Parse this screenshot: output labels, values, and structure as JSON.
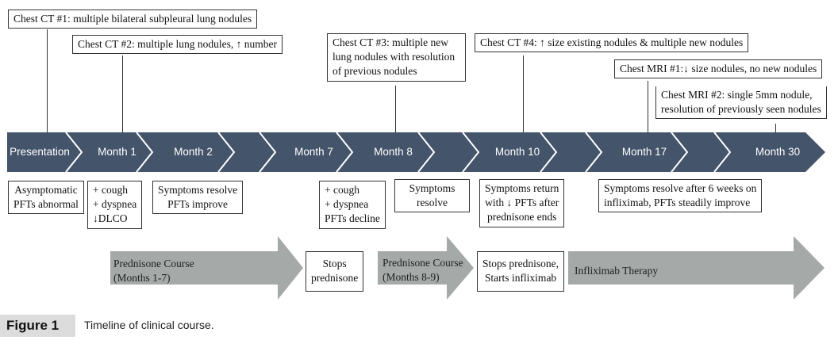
{
  "imaging": {
    "ct1": "Chest CT #1: multiple bilateral subpleural lung nodules",
    "ct2": "Chest CT #2: multiple lung nodules, ↑ number",
    "ct3": [
      "Chest CT #3: multiple new",
      "lung nodules with resolution",
      "of previous nodules"
    ],
    "ct4": "Chest CT #4: ↑ size existing nodules & multiple new nodules",
    "mri1": "Chest MRI #1:↓ size nodules, no new nodules",
    "mri2": [
      "Chest MRI #2: single 5mm nodule,",
      "resolution of previously seen nodules"
    ]
  },
  "timeline": [
    "Presentation",
    "Month 1",
    "Month 2",
    "",
    "Month 7",
    "Month 8",
    "",
    "Month 10",
    "",
    "Month 17",
    "",
    "Month 30"
  ],
  "symptoms": {
    "s1": [
      "Asymptomatic",
      "PFTs abnormal"
    ],
    "s2": [
      "+ cough",
      "+ dyspnea",
      "↓DLCO"
    ],
    "s3": [
      "Symptoms resolve",
      "PFTs improve"
    ],
    "s4": [
      "+ cough",
      "+ dyspnea",
      "PFTs decline"
    ],
    "s5": [
      "Symptoms",
      "resolve"
    ],
    "s6": [
      "Symptoms return",
      "with ↓ PFTs after",
      "prednisone ends"
    ],
    "s7": [
      "Symptoms resolve after 6 weeks on",
      "infliximab, PFTs steadily improve"
    ]
  },
  "therapy": {
    "pred1": [
      "Prednisone Course",
      "(Months 1-7)"
    ],
    "stop1": [
      "Stops",
      "prednisone"
    ],
    "pred2": [
      "Prednisone Course",
      "(Months 8-9)"
    ],
    "stop2": [
      "Stops prednisone,",
      "Starts infliximab"
    ],
    "inflix": "Infliximab Therapy"
  },
  "caption": {
    "label": "Figure 1",
    "text": "Timeline of clinical course."
  },
  "colors": {
    "band": "#44546a",
    "therapy_arrow": "#a5a9a8",
    "box_border": "#333333"
  }
}
